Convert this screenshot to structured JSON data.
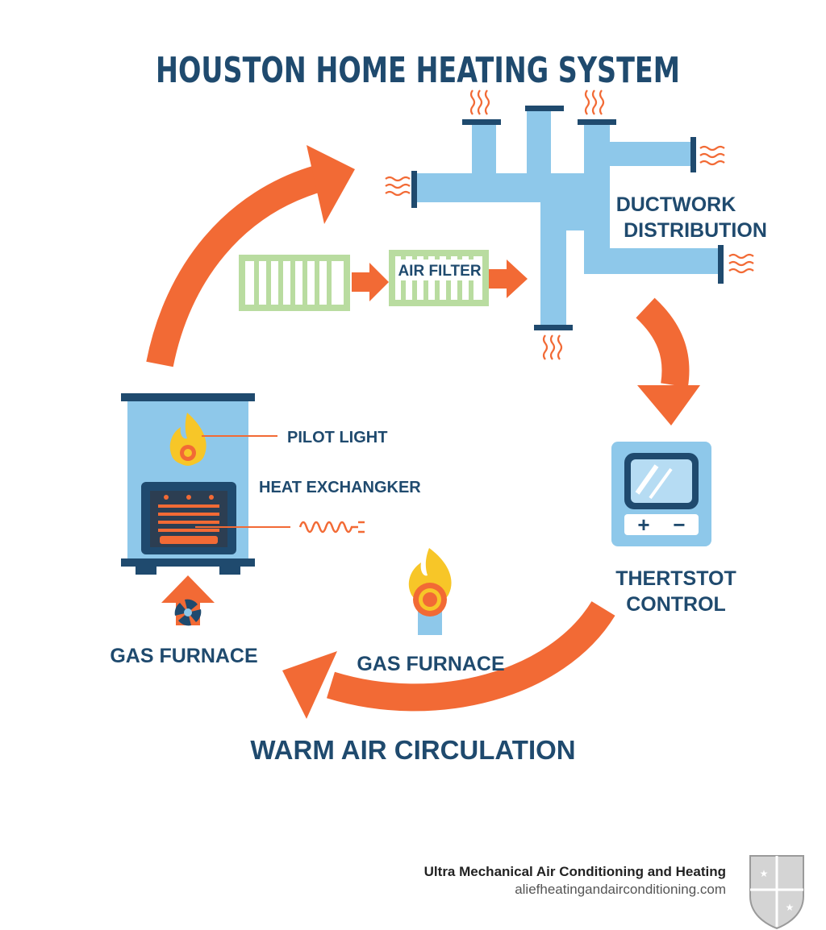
{
  "title": "HOUSTON HOME HEATING SYSTEM",
  "labels": {
    "ductwork_line1": "DUCTWORK",
    "ductwork_line2": "DISTRIBUTION",
    "air_filter": "AIR FILTER",
    "pilot_light": "PILOT LIGHT",
    "heat_exchanger": "HEAT EXCHANGKER",
    "gas_furnace_left": "GAS FURNACE",
    "gas_furnace_center": "GAS FURNACE",
    "thermostat_line1": "THERTSTOT",
    "thermostat_line2": "CONTROL",
    "warm_air": "WARM AIR CIRCULATION"
  },
  "thermostat_buttons": {
    "plus": "+",
    "minus": "−"
  },
  "footer": {
    "brand": "Ultra Mechanical Air Conditioning and Heating",
    "url": "aliefheatingandairconditioning.com"
  },
  "colors": {
    "title": "#1f4a6e",
    "duct": "#8ec8ea",
    "duct_cap": "#1f4a6e",
    "arrow": "#f26a35",
    "filter": "#b9dca0",
    "flame": "#f7c628",
    "furnace_body": "#8ec8ea"
  },
  "icons": [
    "heat-wave-icon",
    "flame-icon",
    "fan-icon",
    "thermostat-icon",
    "shield-logo-icon"
  ]
}
